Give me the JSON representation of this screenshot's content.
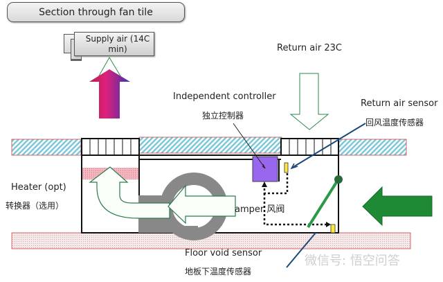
{
  "title": "Section through fan tile",
  "labels": {
    "supply_air": "Supply air (14C min)",
    "return_air": "Return air 23C",
    "independent_controller_en": "Independent controller",
    "independent_controller_cn": "独立控制器",
    "return_air_sensor_en": "Return air sensor",
    "return_air_sensor_cn": "回风温度传感器",
    "heater_en": "Heater (opt)",
    "heater_cn": "转换器（选用）",
    "damper": "amper 风阀",
    "floor_void_sensor_en": "Floor void sensor",
    "floor_void_sensor_cn": "地板下温度传感器"
  },
  "watermark": "微信号: 悟空问答",
  "colors": {
    "ceiling_hatch": "#8fd3e0",
    "floor_hatch": "#f4dede",
    "heater_band": "#f2b8c0",
    "controller": "#9966ee",
    "sensor": "#ffee44",
    "green_arrow": "#1e8a35",
    "damper_blade": "#2a9a4a",
    "fan": "#8a8a8a",
    "leader_line": "#1a4a78"
  }
}
